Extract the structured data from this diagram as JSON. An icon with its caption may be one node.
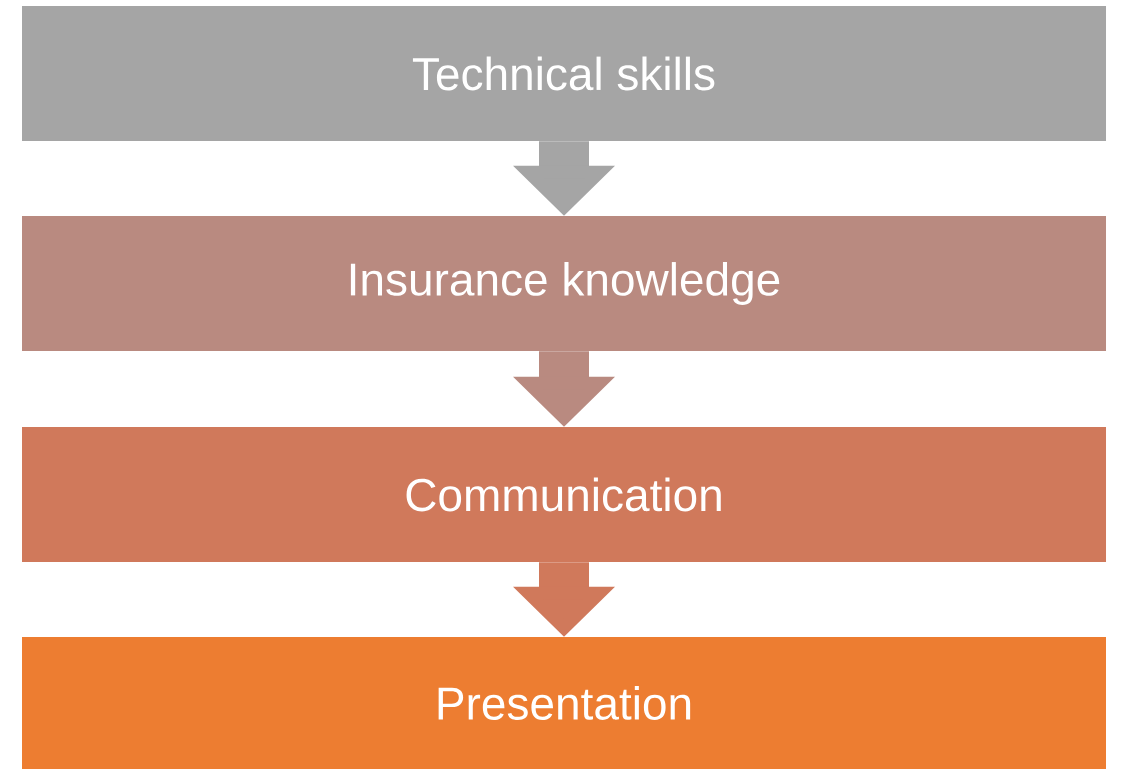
{
  "diagram": {
    "nodes": [
      {
        "text": [
          "Technical skills"
        ]
      },
      {
        "text": [
          "Insurance knowledge"
        ]
      },
      {
        "text": [
          "Communication"
        ]
      },
      {
        "text": [
          "Presentation"
        ]
      }
    ],
    "edges": [
      {
        "from": 0,
        "to": 1,
        "arrow": "to",
        "color": "#a5a5a5"
      },
      {
        "from": 1,
        "to": 2,
        "arrow": "to",
        "color": "#b98a80"
      },
      {
        "from": 2,
        "to": 3,
        "arrow": "to",
        "color": "#d0795b"
      }
    ]
  }
}
